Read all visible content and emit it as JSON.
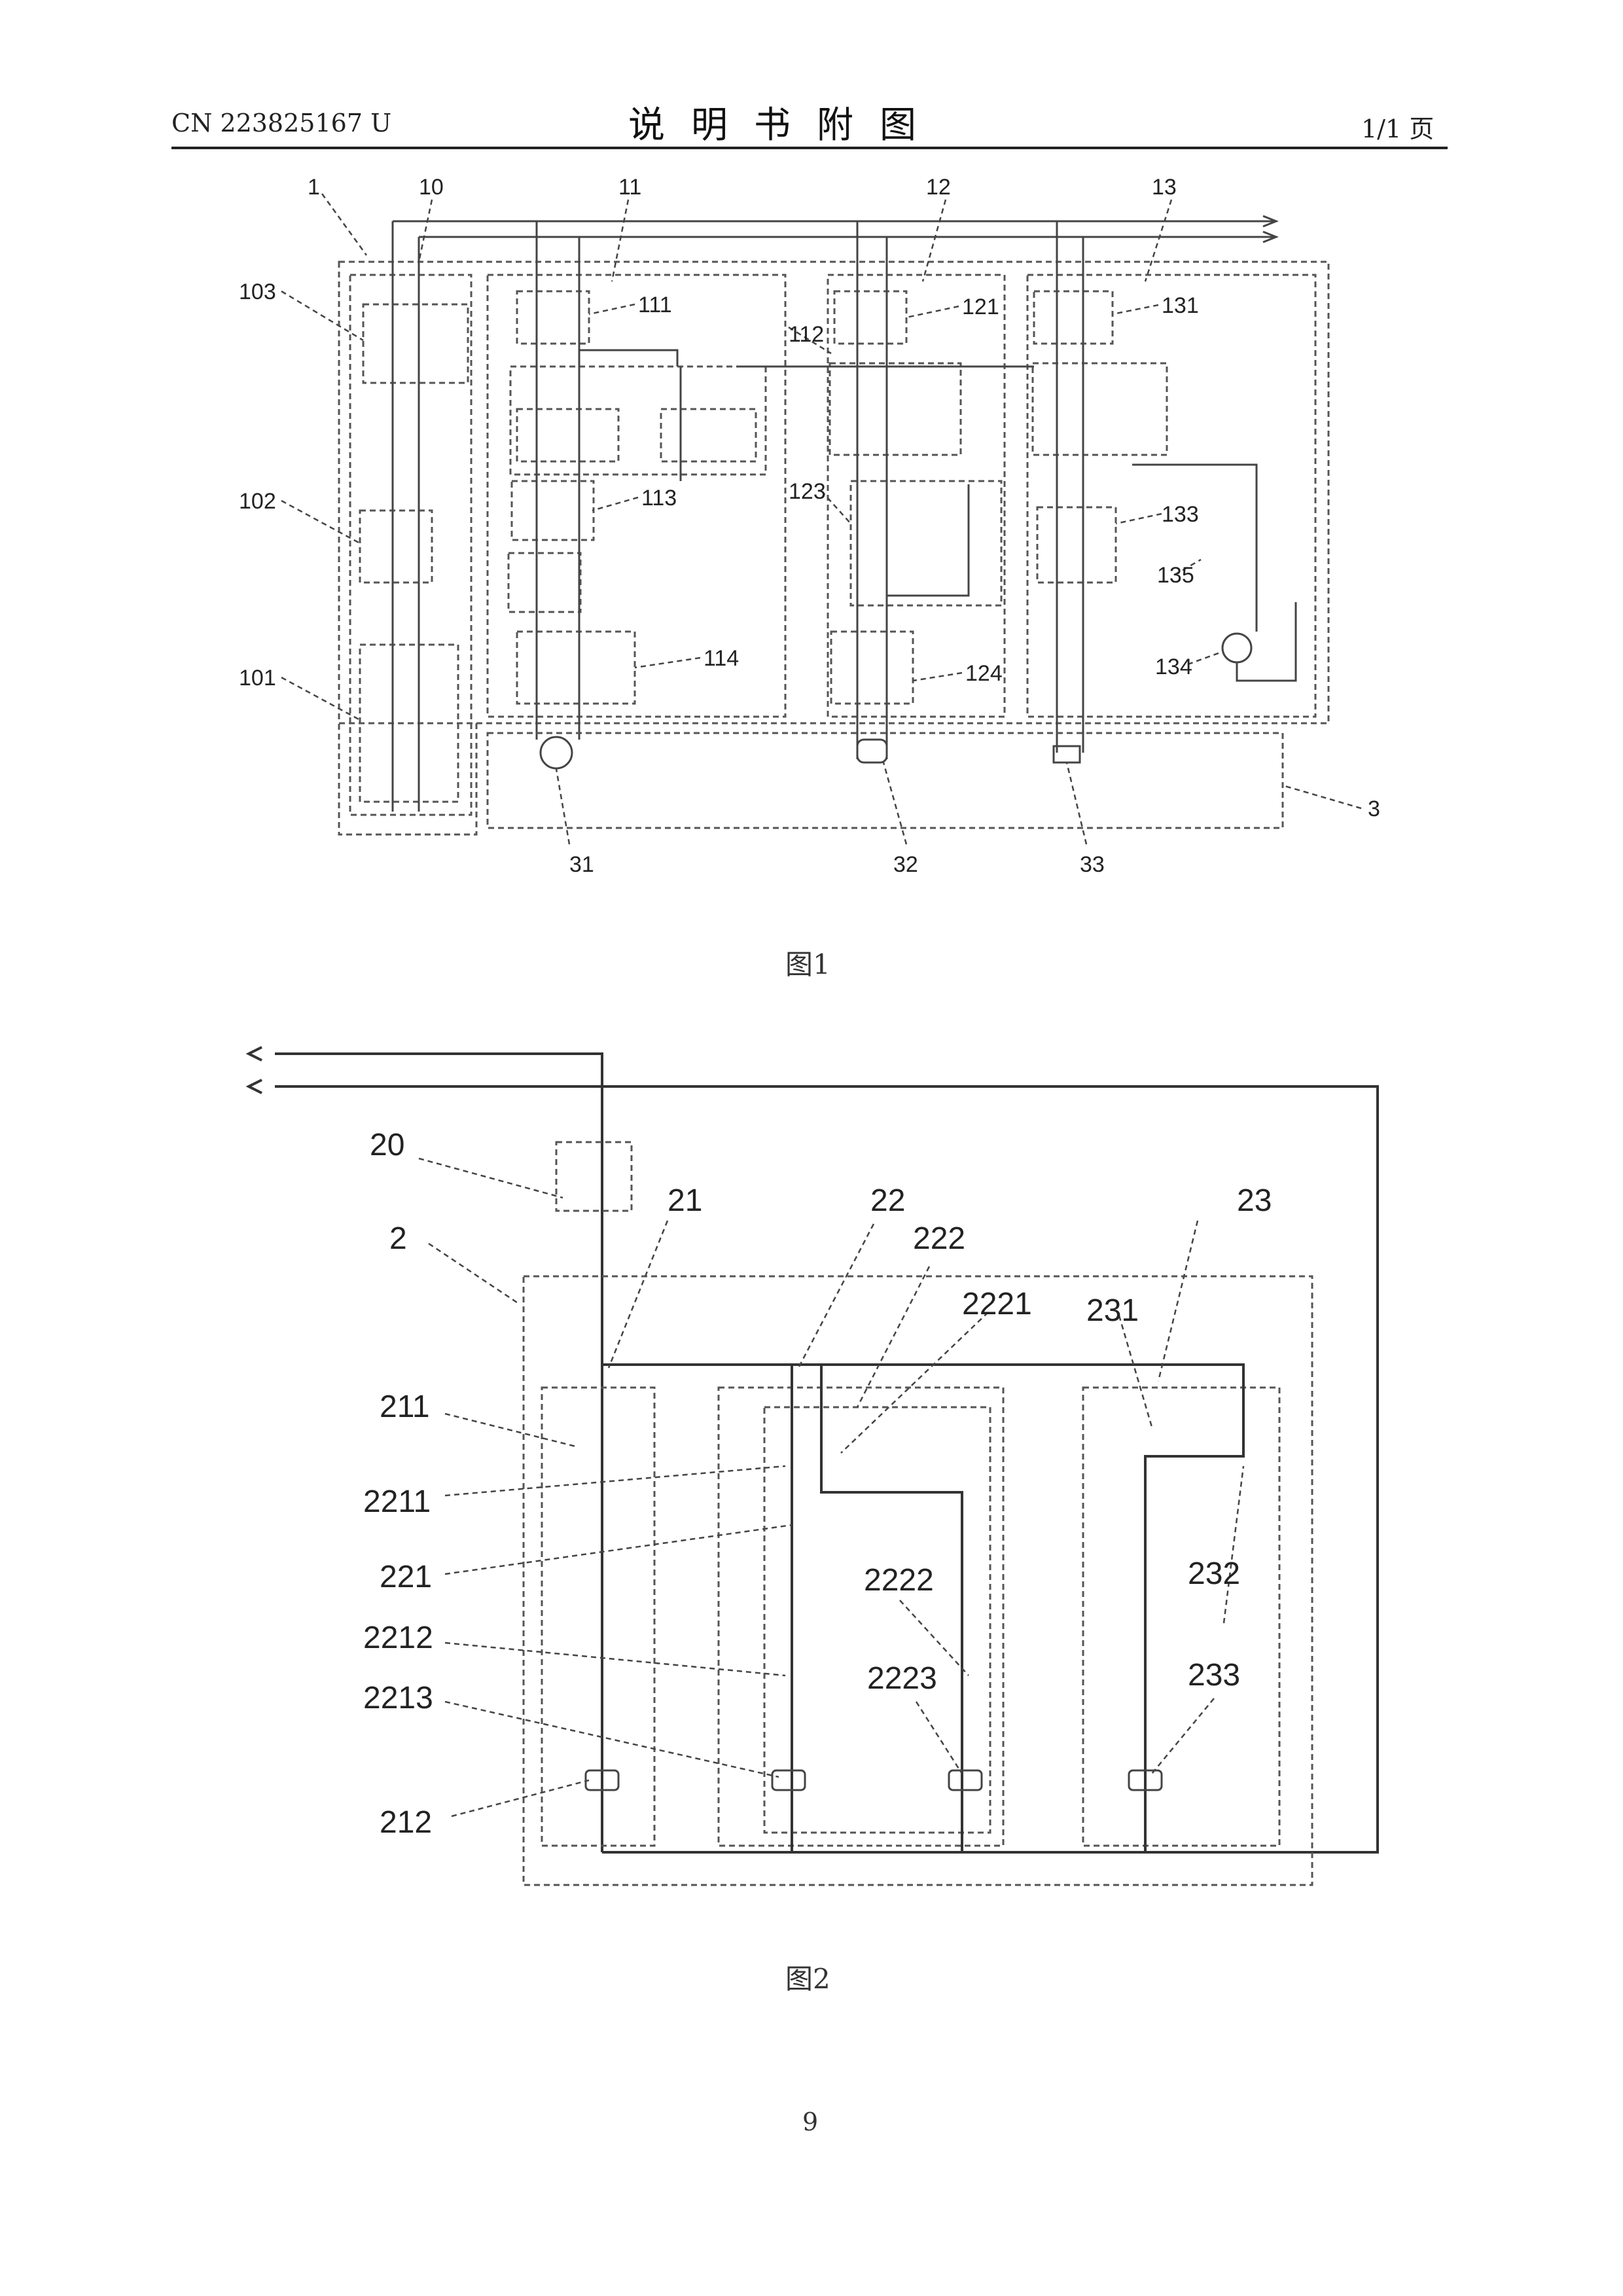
{
  "header": {
    "doc_number": "CN 223825167 U",
    "title": "说明书附图",
    "page_of": "1/1 页"
  },
  "figure1": {
    "caption": "图1",
    "labels": {
      "l1": "1",
      "l10": "10",
      "l11": "11",
      "l12": "12",
      "l13": "13",
      "l103": "103",
      "l102": "102",
      "l101": "101",
      "l111": "111",
      "l112": "112",
      "l113": "113",
      "l114": "114",
      "l121": "121",
      "l123": "123",
      "l124": "124",
      "l131": "131",
      "l133": "133",
      "l134": "134",
      "l135": "135",
      "l3": "3",
      "l31": "31",
      "l32": "32",
      "l33": "33"
    }
  },
  "figure2": {
    "caption": "图2",
    "labels": {
      "l20": "20",
      "l2": "2",
      "l21": "21",
      "l22": "22",
      "l222": "222",
      "l2221": "2221",
      "l23": "23",
      "l231": "231",
      "l211": "211",
      "l2211": "2211",
      "l221": "221",
      "l2222": "2222",
      "l232": "232",
      "l2212": "2212",
      "l2223": "2223",
      "l233": "233",
      "l2213": "2213",
      "l212": "212"
    }
  },
  "footer": {
    "page_number": "9"
  }
}
